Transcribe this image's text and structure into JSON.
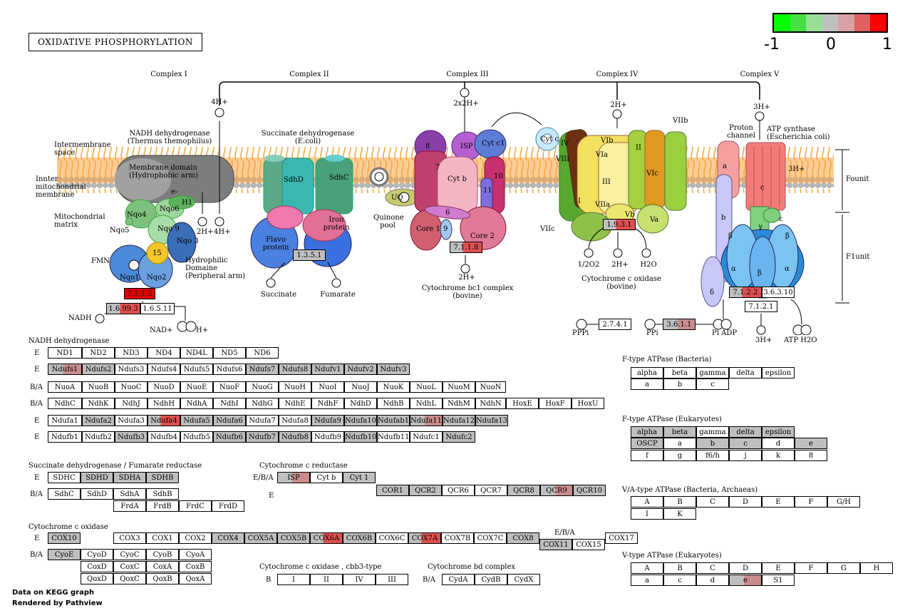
{
  "title": "OXIDATIVE PHOSPHORYLATION",
  "legend": {
    "min": "-1",
    "mid": "0",
    "max": "1",
    "colors": [
      "#00ff00",
      "#44e044",
      "#99dd99",
      "#bfbfbf",
      "#d8a0a0",
      "#e06060",
      "#ff0000"
    ]
  },
  "complexes": {
    "c1": "Complex I",
    "c2": "Complex II",
    "c3": "Complex III",
    "c4": "Complex IV",
    "c5": "Complex V"
  },
  "diagram_labels": {
    "intermembrane": "Intermembrane space",
    "inner_membrane": "Innter mitochondrial membrane",
    "matrix": "Mitochondrial matrix",
    "nadh_dh": "NADH dehydrogenase",
    "nadh_dh_sub": "(Thermus themophilus)",
    "membrane_domain": "Membrane domain",
    "membrane_domain_sub": "(Hydrophobic arm)",
    "hydrophilic": "Hydrophilic Domaine",
    "hydrophilic_sub": "(Peripheral arm)",
    "fmn": "FMN",
    "succ_dh": "Succinate dehydrogenase",
    "succ_dh_sub": "(E.coli)",
    "flavo": "Flavo protein",
    "iron": "Iron protein",
    "quinone_pool": "Quinone pool",
    "succinate": "Succinate",
    "fumarate": "Fumarate",
    "cyt_bc1": "Cytochrome bc1 complex",
    "cyt_bc1_sub": "(bovine)",
    "cyt_c_ox": "Cytochrome c oxidase",
    "cyt_c_ox_sub": "(bovine)",
    "atp_synthase": "ATP synthase",
    "atp_synthase_sub": "(Escherichia coli)",
    "proton_channel": "Proton channel",
    "fo_unit": "Founit",
    "f1_unit": "F1unit",
    "h4a": "4H+",
    "h4b": "4H+",
    "h2a": "2H+",
    "h2b": "2H+",
    "h2x2": "2x2H+",
    "h2c": "2H+",
    "h2d": "2H+",
    "h3a": "3H+",
    "h3b": "3H+",
    "h3c": "3H+",
    "nadh": "NADH",
    "nad": "NAD+",
    "hplus": "H+",
    "o2": "1/2O2",
    "h2o": "H2O",
    "ppi": "PPi",
    "pppi": "PPPi",
    "pi_adp": "Pi ADP",
    "atp_h2o": "ATP H2O",
    "cytb": "Cyt b",
    "cytc1": "Cyt c1",
    "isp": "ISP",
    "core1": "Core 1",
    "core2": "Core 2",
    "sdhd": "SdhD",
    "sdhc": "SdhC",
    "nqo1": "Nqo1",
    "nqo2": "Nqo2",
    "nqo4": "Nqo4",
    "nqo6": "Nqo6",
    "nqo5": "Nqo5",
    "nqo9": "Nqo 9",
    "nqo3": "Nqo 3",
    "n15": "15",
    "via": "VIa",
    "vib": "VIb",
    "viia": "VIIa",
    "vic": "VIc",
    "vb": "Vb",
    "va": "Va",
    "viib": "VIIb",
    "viic": "VIIc",
    "iii": "III",
    "ii": "II",
    "i": "I",
    "viii": "VIII",
    "iv": "IV",
    "alpha": "α",
    "beta": "β",
    "gamma": "γ",
    "delta": "δ",
    "epsilon": "ε",
    "a": "a",
    "b": "b",
    "c": "c",
    "e_1": "e-",
    "h1": "H1",
    "uq": "UQ",
    "uq2": "UQ",
    "cyc": "Cyt c",
    "n8": "8",
    "n7": "7",
    "n10": "10",
    "n11": "11",
    "n6": "6",
    "n9": "9"
  },
  "ec_numbers": {
    "e7112": "7.1.1.2",
    "e16993": "1.6.99.3",
    "e16511": "1.6.5.11",
    "e1351": "1.3.5.1",
    "e7118": "7.1.1.8",
    "e1931": "1.9.3.1",
    "e7122": "7.1.2.2",
    "e36310": "3.6.3.10",
    "e7121": "7.1.2.1",
    "e2741": "2.7.4.1",
    "e3611": "3.6.1.1"
  },
  "gene_tables": {
    "nadh_title": "NADH dehydrogenase",
    "nadh_rows": [
      {
        "label": "E",
        "genes": [
          "ND1",
          "ND2",
          "ND3",
          "ND4",
          "ND4L",
          "ND5",
          "ND6"
        ]
      },
      {
        "label": "E",
        "genes": [
          "Ndufs1",
          "Ndufs2",
          "Ndufs3",
          "Ndufs4",
          "Ndufs5",
          "Ndufs6",
          "Ndufs7",
          "Ndufs8",
          "Ndufv1",
          "Ndufv2",
          "Ndufv3"
        ]
      },
      {
        "label": "B/A",
        "genes": [
          "NuoA",
          "NuoB",
          "NuoC",
          "NuoD",
          "NuoE",
          "NuoF",
          "NuoG",
          "NuoH",
          "NuoI",
          "NuoJ",
          "NuoK",
          "NuoL",
          "NuoM",
          "NuoN"
        ]
      },
      {
        "label": "B/A",
        "genes": [
          "NdhC",
          "NdhK",
          "NdhJ",
          "NdhH",
          "NdhA",
          "NdhI",
          "NdhG",
          "NdhE",
          "NdhF",
          "NdhD",
          "NdhB",
          "NdhL",
          "NdhM",
          "NdhN",
          "HoxE",
          "HoxF",
          "HoxU"
        ]
      },
      {
        "label": "E",
        "genes": [
          "Ndufa1",
          "Ndufa2",
          "Ndufa3",
          "Ndufa4",
          "Ndufa5",
          "Ndufa6",
          "Ndufa7",
          "Ndufa8",
          "Ndufa9",
          "Ndufa10",
          "Ndufab1",
          "Ndufa11",
          "Ndufa12",
          "Ndufa13"
        ]
      },
      {
        "label": "E",
        "genes": [
          "Ndufb1",
          "Ndufb2",
          "Ndufb3",
          "Ndufb4",
          "Ndufb5",
          "Ndufb6",
          "Ndufb7",
          "Ndufb8",
          "Ndufb9",
          "Ndufb10",
          "Ndufb11",
          "Ndufc1",
          "Ndufc2"
        ]
      }
    ],
    "sdh_title": "Succinate dehydrogenase / Fumarate reductase",
    "sdh_rows": [
      {
        "label": "E",
        "genes": [
          "SDHC",
          "SDHD",
          "SDHA",
          "SDHB"
        ]
      },
      {
        "label": "B/A",
        "genes": [
          "SdhC",
          "SdhD",
          "SdhA",
          "SdhB"
        ]
      },
      {
        "label": "",
        "genes": [
          "FrdA",
          "FrdB",
          "FrdC",
          "FrdD"
        ]
      }
    ],
    "cytc_red_title": "Cytochrome c reductase",
    "cytc_red_rows": [
      {
        "label": "E/B/A",
        "genes": [
          "ISP",
          "Cyt b",
          "Cyt 1"
        ]
      },
      {
        "label": "E",
        "genes": [
          "COR1",
          "QCR2",
          "QCR6",
          "QCR7",
          "QCR8",
          "QCR9",
          "QCR10"
        ]
      }
    ],
    "cox_title": "Cytochrome c oxidase",
    "cox_rows": [
      {
        "label": "E",
        "genes": [
          "COX10",
          "COX3",
          "COX1",
          "COX2",
          "COX4",
          "COX5A",
          "COX5B",
          "COX6A",
          "COX6B",
          "COX6C",
          "COX7A",
          "COX7B",
          "COX7C",
          "COX8",
          "COX17"
        ]
      },
      {
        "label": "E/B/A",
        "genes": [
          "COX11",
          "COX15"
        ]
      },
      {
        "label": "B/A",
        "genes": [
          "CyoE",
          "CyoD",
          "CyoC",
          "CyoB",
          "CyoA",
          "CoxD",
          "CoxC",
          "CoxA",
          "CoxB",
          "QoxD",
          "QoxC",
          "QoxB",
          "QoxA"
        ]
      }
    ],
    "cbb3_title": "Cytochrome c oxidase , cbb3-type",
    "cbb3_rows": [
      {
        "label": "B",
        "genes": [
          "I",
          "II",
          "IV",
          "III"
        ]
      }
    ],
    "bd_title": "Cytochrome bd complex",
    "bd_rows": [
      {
        "label": "B/A",
        "genes": [
          "CydA",
          "CydB",
          "CydX"
        ]
      }
    ],
    "ftype_bact_title": "F-type ATPase (Bacteria)",
    "ftype_bact_rows": [
      [
        "alpha",
        "beta",
        "gamma",
        "delta",
        "epsilon"
      ],
      [
        "a",
        "b",
        "c"
      ]
    ],
    "ftype_euk_title": "F-type ATPase (Eukaryotes)",
    "ftype_euk_rows": [
      [
        "alpha",
        "beta",
        "gamma",
        "delta",
        "epsilon"
      ],
      [
        "OSCP",
        "a",
        "b",
        "c",
        "d",
        "e"
      ],
      [
        "f",
        "g",
        "f6/h",
        "j",
        "k",
        "8"
      ]
    ],
    "va_title": "V/A-type ATPase (Bacteria, Archaeas)",
    "va_rows": [
      [
        "A",
        "B",
        "C",
        "D",
        "E",
        "F",
        "G/H"
      ],
      [
        "I",
        "K"
      ]
    ],
    "vtype_title": "V-type ATPase (Eukaryotes)",
    "vtype_rows": [
      [
        "A",
        "B",
        "C",
        "D",
        "E",
        "F",
        "G",
        "H"
      ],
      [
        "a",
        "c",
        "d",
        "e",
        "S1"
      ]
    ]
  },
  "footer": {
    "line1": "Data on KEGG graph",
    "line2": "Rendered by Pathview"
  }
}
